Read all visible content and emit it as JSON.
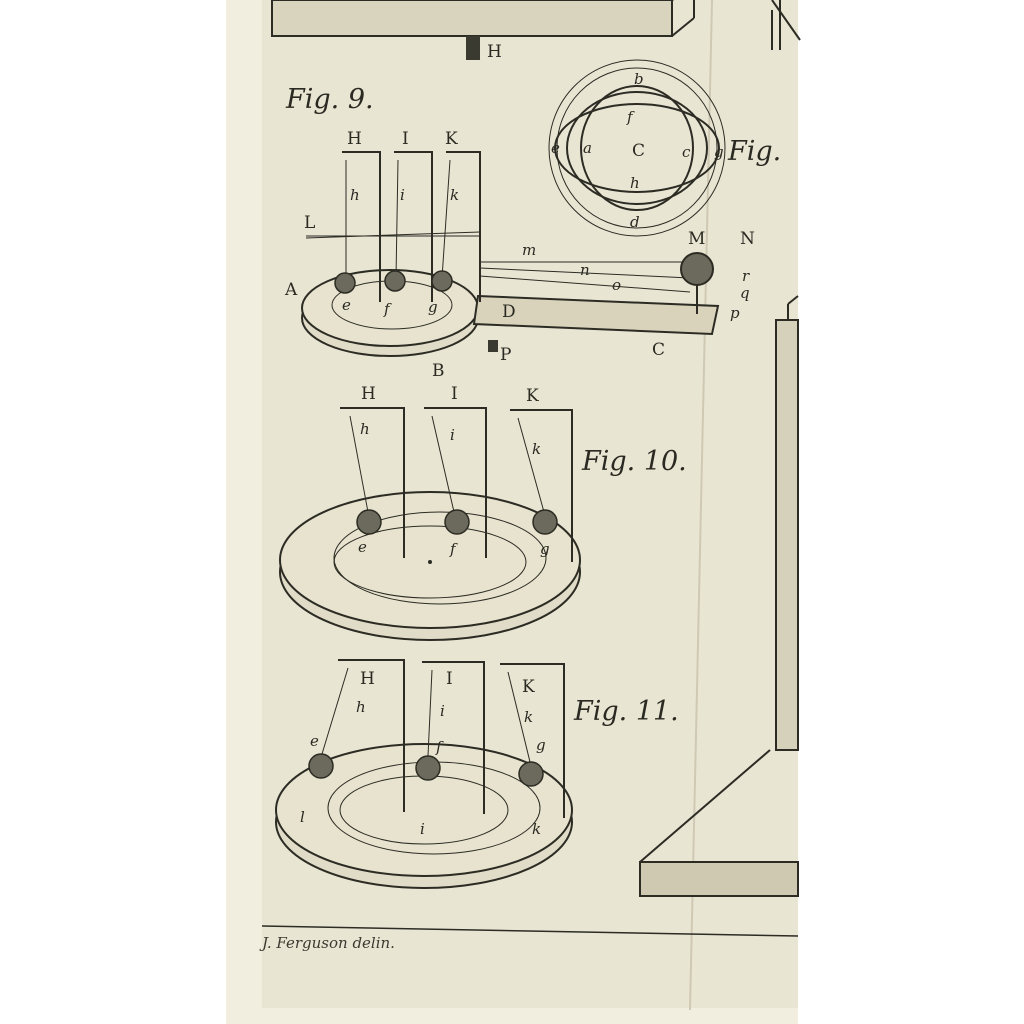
{
  "plate": {
    "signature": "J. Ferguson delin.",
    "top_label": "H"
  },
  "fig_orbit": {
    "label_partial": "Fig.",
    "center": "C",
    "letters": [
      "b",
      "f",
      "e",
      "a",
      "c",
      "g",
      "h",
      "d"
    ]
  },
  "fig9": {
    "label": "Fig. 9.",
    "posts": [
      "H",
      "I",
      "K"
    ],
    "strings": [
      "h",
      "i",
      "k"
    ],
    "balls": [
      "e",
      "f",
      "g"
    ],
    "parts": {
      "L": "L",
      "A": "A",
      "B": "B",
      "D": "D",
      "P": "P",
      "C": "C",
      "M": "M",
      "N": "N",
      "m": "m",
      "n": "n",
      "o": "o",
      "r": "r",
      "q": "q",
      "p": "p"
    }
  },
  "fig10": {
    "label": "Fig. 10.",
    "posts": [
      "H",
      "I",
      "K"
    ],
    "strings": [
      "h",
      "i",
      "k"
    ],
    "balls": [
      "e",
      "f",
      "g"
    ]
  },
  "fig11": {
    "label": "Fig. 11.",
    "posts": [
      "H",
      "I",
      "K"
    ],
    "strings": [
      "h",
      "i",
      "k"
    ],
    "balls": [
      "e",
      "f",
      "g"
    ],
    "base_letters": [
      "l",
      "i",
      "k"
    ]
  }
}
